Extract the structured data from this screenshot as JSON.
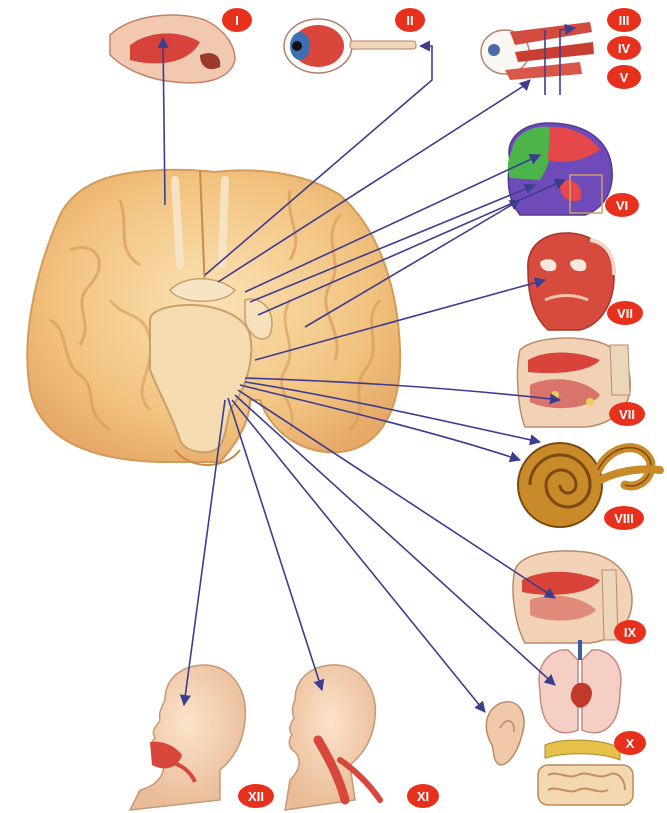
{
  "labels": {
    "olfactory": "I",
    "optic": "II",
    "oculomotor": "III",
    "trochlear": "IV",
    "abducens_top": "V",
    "trigeminal": "VI",
    "facial_muscles": "VII",
    "facial_taste": "VII",
    "vestibulocochlear": "VIII",
    "glossopharyngeal": "IX",
    "vagus": "X",
    "accessory": "XI",
    "hypoglossal": "XII"
  },
  "colors": {
    "badge": "#e8311d",
    "arrow": "#4a4a9a",
    "brain": "#f3c98a",
    "brainstem": "#f6dcae",
    "skin": "#f3d2b3",
    "muscle": "#d8463c",
    "cochlea": "#c98a2a"
  }
}
